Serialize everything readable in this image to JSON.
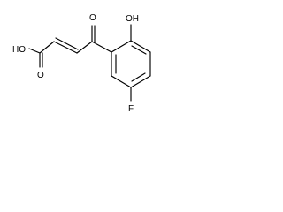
{
  "molecule": {
    "labels": {
      "carboxylic_oxygen": "O",
      "hydroxyl_acid": "HO",
      "ketone_oxygen": "O",
      "phenol_hydroxyl": "OH",
      "fluorine": "F"
    },
    "colors": {
      "bond": "#000000",
      "text": "#000000",
      "background": "#ffffff"
    }
  }
}
